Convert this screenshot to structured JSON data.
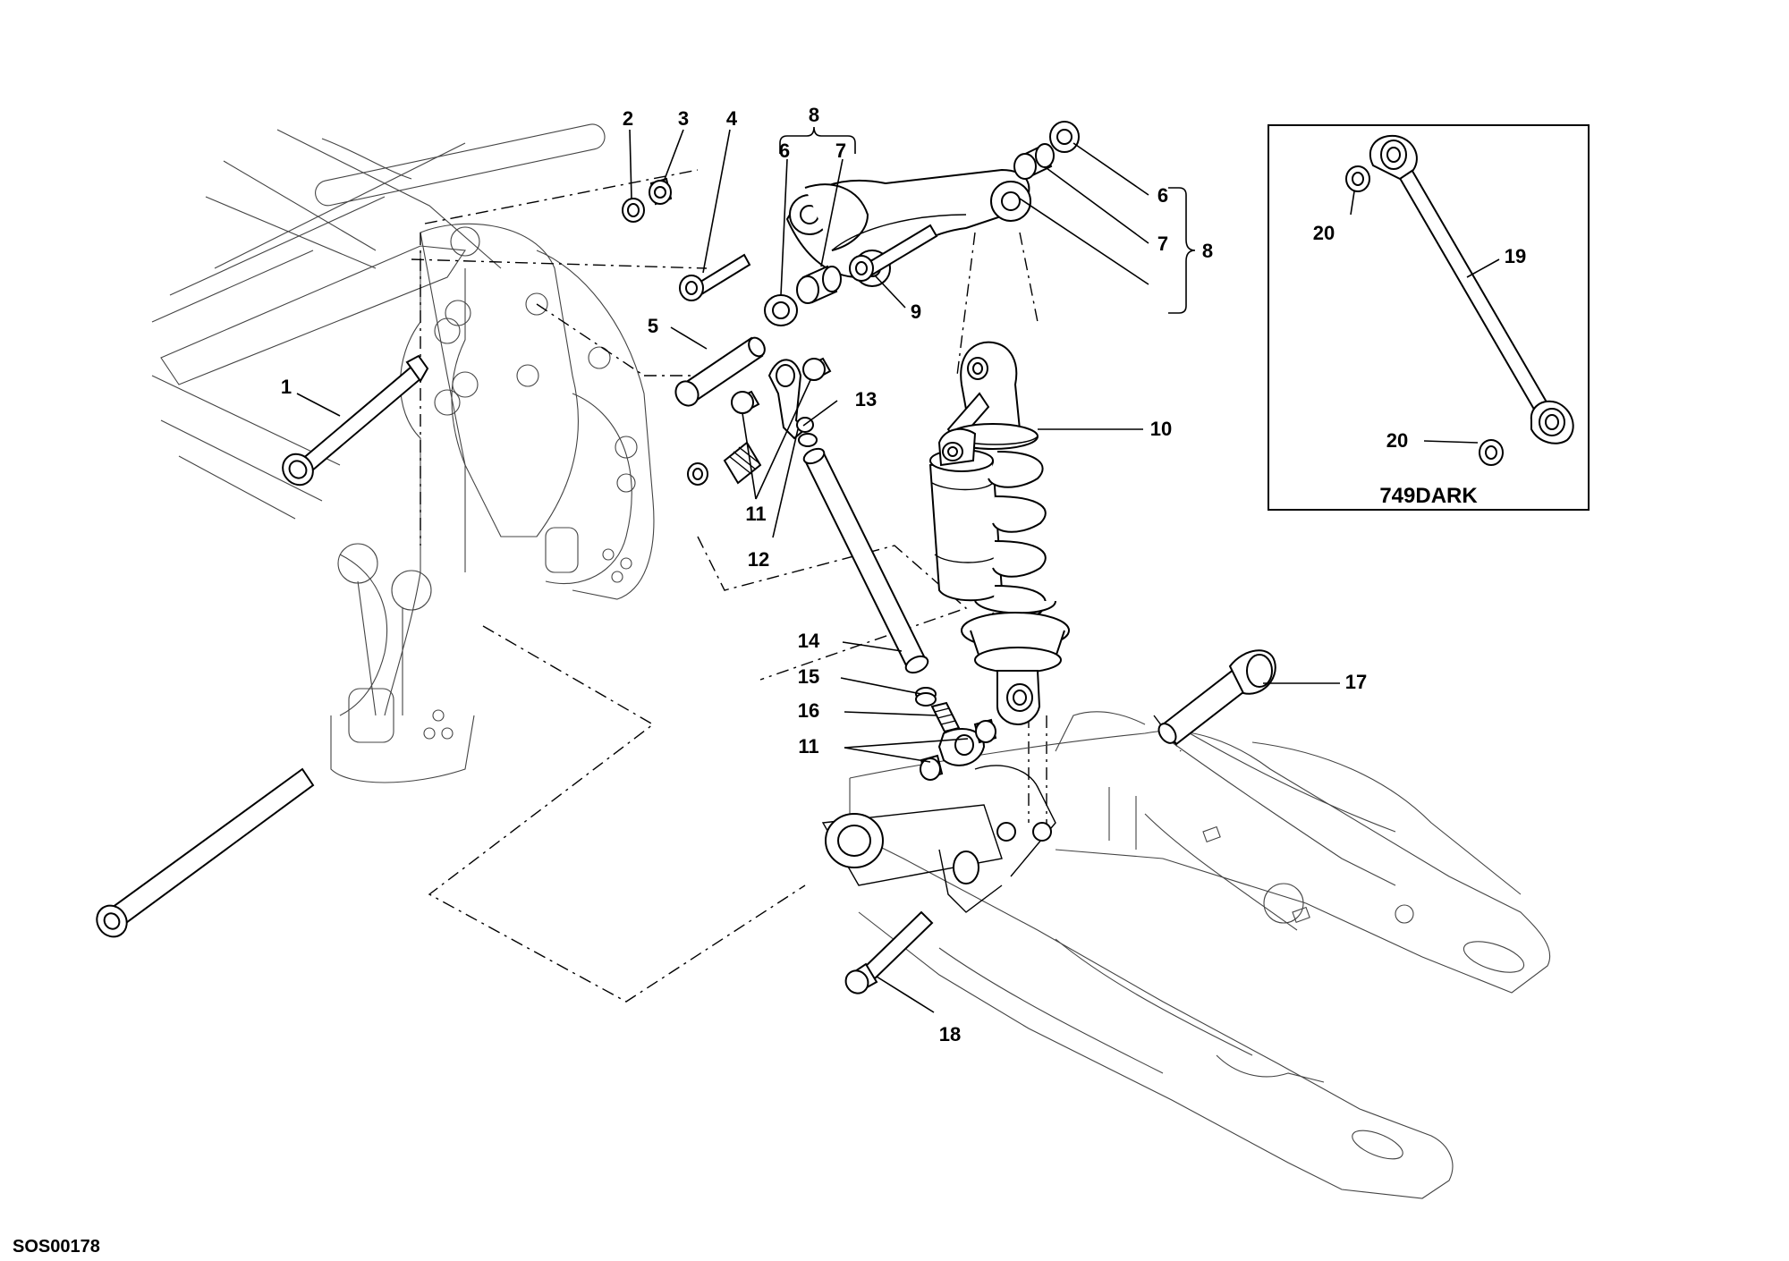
{
  "diagram": {
    "code": "SOS00178",
    "inset": {
      "title": "749DARK",
      "labels": [
        "19",
        "20",
        "20"
      ]
    },
    "callouts": {
      "c1": "1",
      "c2": "2",
      "c3": "3",
      "c4": "4",
      "c5": "5",
      "c6a": "6",
      "c6b": "6",
      "c7a": "7",
      "c7b": "7",
      "c8a": "8",
      "c8b": "8",
      "c9": "9",
      "c10": "10",
      "c11a": "11",
      "c11b": "11",
      "c12": "12",
      "c13": "13",
      "c14": "14",
      "c15": "15",
      "c16": "16",
      "c17": "17",
      "c18": "18"
    }
  }
}
